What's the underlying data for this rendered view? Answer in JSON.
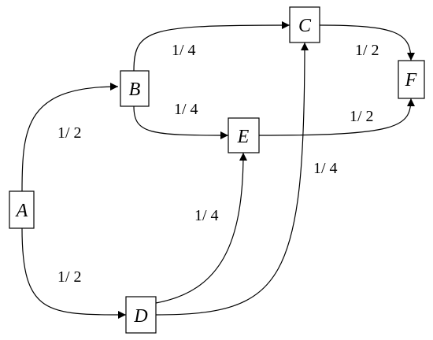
{
  "nodes": {
    "A": "A",
    "B": "B",
    "C": "C",
    "D": "D",
    "E": "E",
    "F": "F"
  },
  "edges": {
    "A_B": "1/ 2",
    "A_D": "1/ 2",
    "B_C": "1/ 4",
    "B_E": "1/ 4",
    "C_F": "1/ 2",
    "E_F": "1/ 2",
    "D_E": "1/ 4",
    "D_C": "1/ 4"
  },
  "colors": {
    "stroke": "#000000",
    "background": "#ffffff"
  }
}
